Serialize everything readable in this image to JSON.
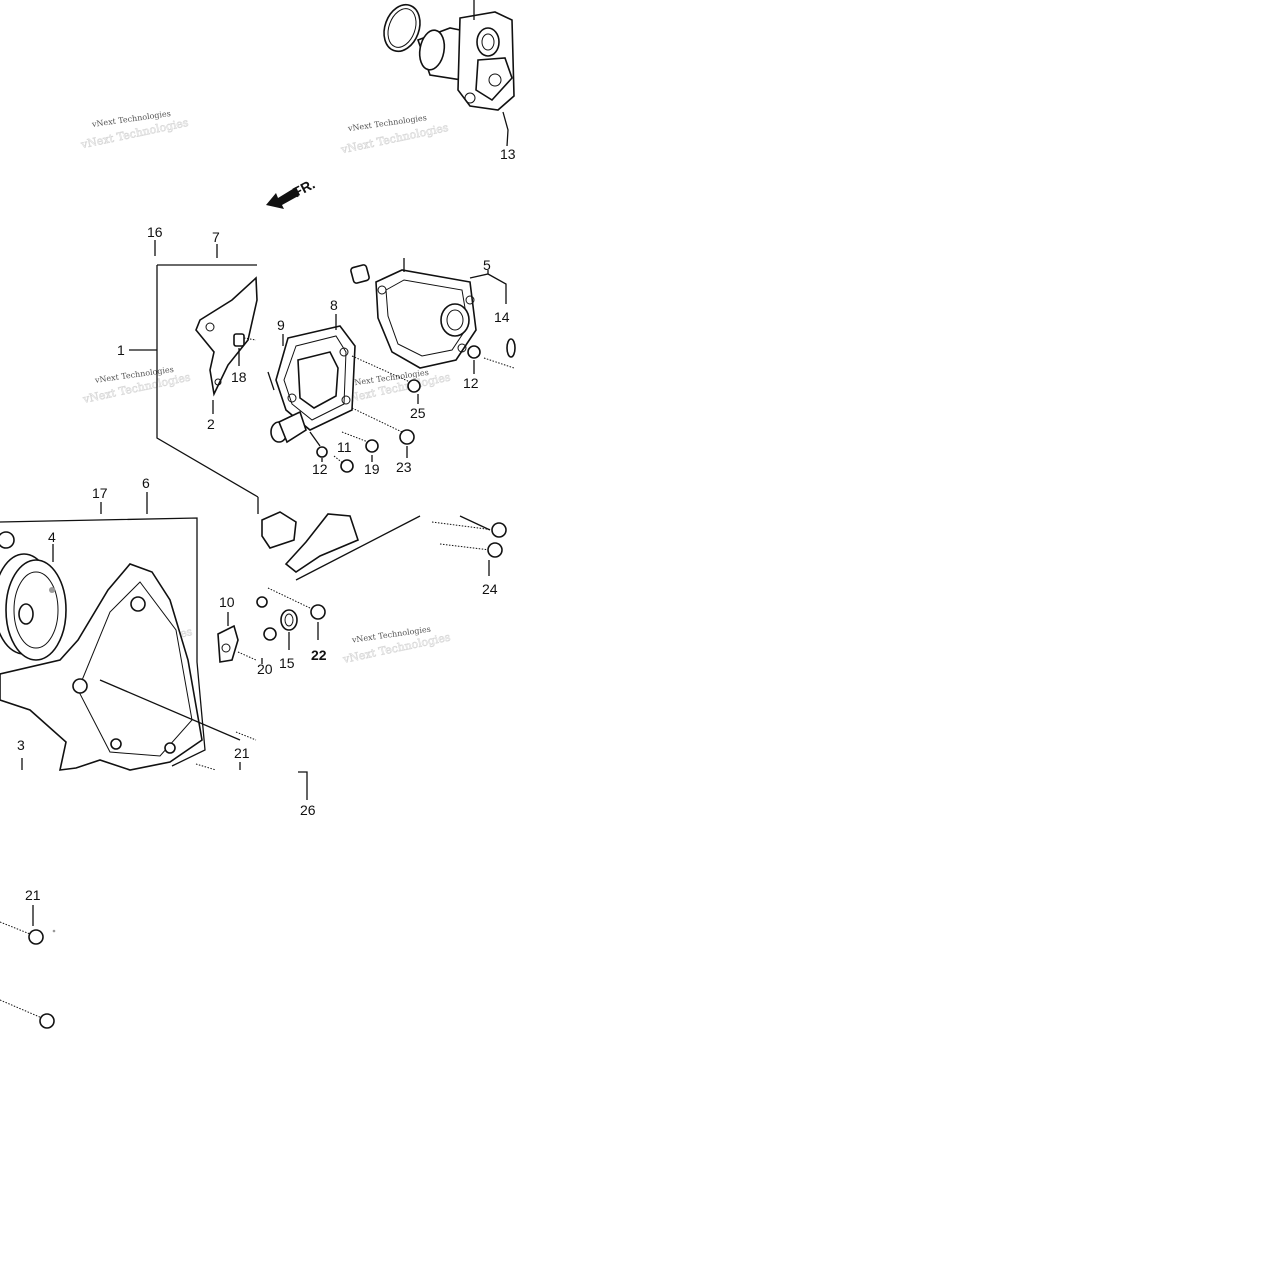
{
  "diagram": {
    "direction_marker": "FR.",
    "watermark_text": "vNext Technologies",
    "callouts": [
      "1",
      "2",
      "3",
      "4",
      "5",
      "6",
      "7",
      "8",
      "9",
      "10",
      "11",
      "12",
      "12",
      "13",
      "14",
      "15",
      "16",
      "17",
      "18",
      "19",
      "20",
      "21",
      "21",
      "22",
      "23",
      "24",
      "25",
      "26"
    ],
    "colors": {
      "ink": "#111111",
      "paper": "#ffffff",
      "watermark": "#555555"
    }
  }
}
